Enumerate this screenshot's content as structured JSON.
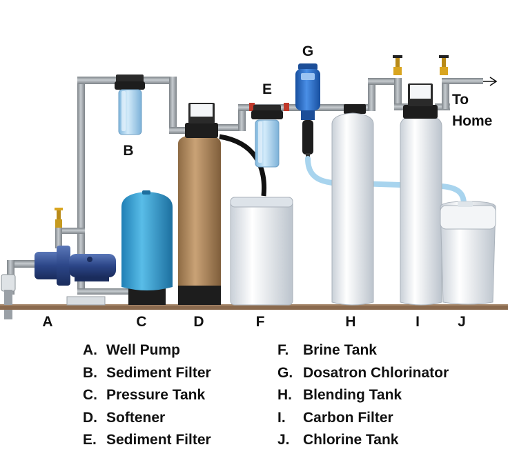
{
  "components": {
    "A": {
      "letter": "A",
      "name": "Well Pump"
    },
    "B": {
      "letter": "B",
      "name": "Sediment Filter"
    },
    "C": {
      "letter": "C",
      "name": "Pressure Tank"
    },
    "D": {
      "letter": "D",
      "name": "Softener"
    },
    "E": {
      "letter": "E",
      "name": "Sediment Filter"
    },
    "F": {
      "letter": "F",
      "name": "Brine Tank"
    },
    "G": {
      "letter": "G",
      "name": "Dosatron Chlorinator"
    },
    "H": {
      "letter": "H",
      "name": "Blending Tank"
    },
    "I": {
      "letter": "I",
      "name": "Carbon Filter"
    },
    "J": {
      "letter": "J",
      "name": "Chlorine Tank"
    }
  },
  "outlet_label": {
    "line1": "To",
    "line2": "Home"
  },
  "legend": {
    "left": [
      {
        "key": "A.",
        "name": "Well Pump"
      },
      {
        "key": "B.",
        "name": "Sediment Filter"
      },
      {
        "key": "C.",
        "name": "Pressure Tank"
      },
      {
        "key": "D.",
        "name": "Softener"
      },
      {
        "key": "E.",
        "name": "Sediment Filter"
      }
    ],
    "right": [
      {
        "key": "F.",
        "name": "Brine Tank"
      },
      {
        "key": "G.",
        "name": "Dosatron Chlorinator"
      },
      {
        "key": "H.",
        "name": "Blending Tank"
      },
      {
        "key": "I.",
        "name": "Carbon Filter"
      },
      {
        "key": "J.",
        "name": "Chlorine Tank"
      }
    ]
  },
  "colors": {
    "pipe": "#9aa0a6",
    "pipe_dark": "#6d7378",
    "ground": "#8a6a4e",
    "pressure_tank": "#3aa3d4",
    "softener": "#b08a60",
    "filter_housing": "#a9d2ee",
    "tank_white": "#eef2f6",
    "valve_head": "#222222",
    "pump_body": "#2f4a88",
    "dosatron": "#1f63c4",
    "tube": "#a8d4ee",
    "handle": "#d9a520"
  }
}
